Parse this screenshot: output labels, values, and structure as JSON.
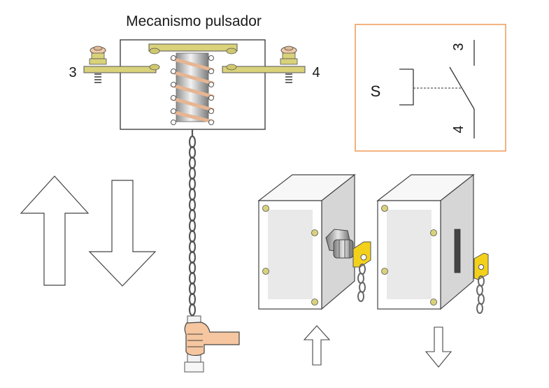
{
  "title": "Mecanismo pulsador",
  "terminals": {
    "left": "3",
    "right": "4"
  },
  "symbol": {
    "label": "S",
    "top_terminal": "3",
    "bottom_terminal": "4"
  },
  "colors": {
    "symbol_border": "#f0a060",
    "contact_brass": "#d9d27a",
    "spring": "#f2c8a8",
    "key_yellow": "#f3d11a",
    "hand_skin": "#f5c6a0"
  },
  "icons": {
    "motion_arrows": [
      "arrow-up-icon",
      "arrow-down-icon"
    ],
    "box_arrows": [
      "arrow-up-icon",
      "arrow-down-icon"
    ]
  }
}
